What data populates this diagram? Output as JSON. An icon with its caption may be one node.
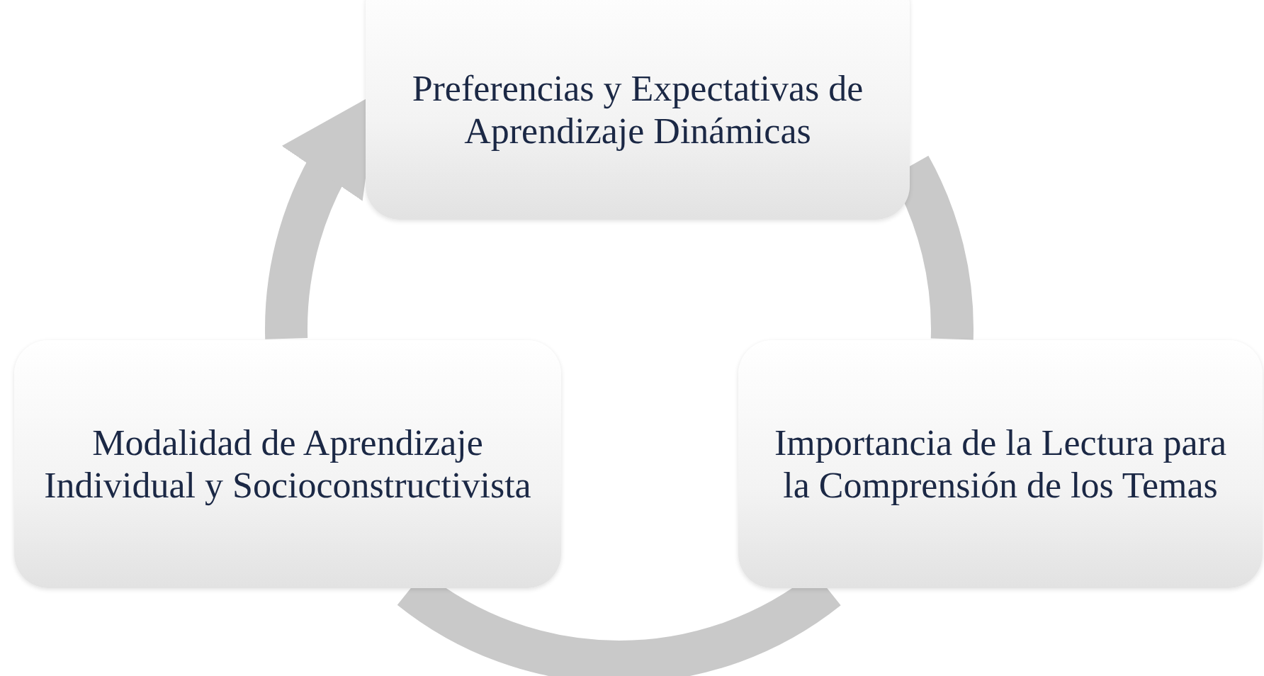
{
  "diagram": {
    "nodes": [
      {
        "text": [
          "Preferencias y Expectativas de Aprendizaje Dinámicas"
        ]
      },
      {
        "text": [
          "Modalidad de Aprendizaje Individual y Socioconstructivista"
        ]
      },
      {
        "text": [
          "Importancia de la Lectura para la Comprensión de los Temas"
        ]
      }
    ],
    "edges": [
      {
        "from": 0,
        "to": 2,
        "arrow": "none"
      },
      {
        "from": 2,
        "to": 1,
        "arrow": "none"
      },
      {
        "from": 1,
        "to": 0,
        "arrow": "to"
      }
    ]
  }
}
